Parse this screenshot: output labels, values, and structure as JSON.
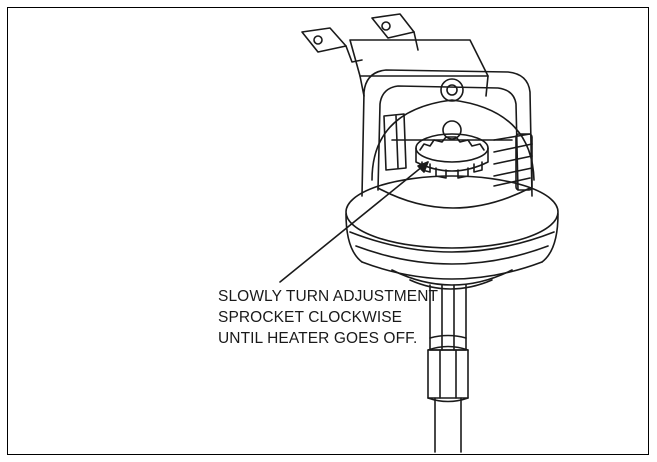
{
  "callout": {
    "lines": [
      "SLOWLY TURN ADJUSTMENT",
      "SPROCKET CLOCKWISE",
      "UNTIL HEATER GOES OFF."
    ]
  },
  "colors": {
    "ink": "#1a1a1a",
    "background": "#ffffff",
    "frame": "#000000"
  },
  "components": [
    "electrical-terminals",
    "switch-bracket",
    "adjustment-sprocket",
    "diaphragm-housing",
    "hex-fitting",
    "tube"
  ]
}
